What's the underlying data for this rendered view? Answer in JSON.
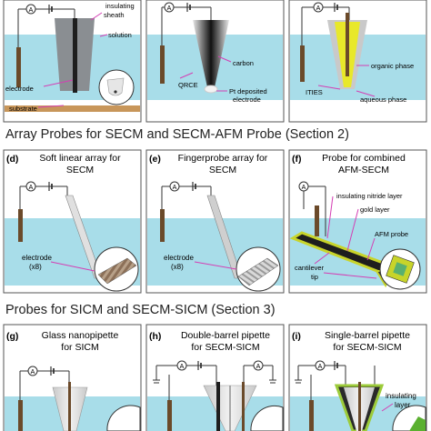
{
  "section_titles": {
    "s2": "Array Probes for SECM and SECM-AFM Probe (Section 2)",
    "s3": "Probes for SICM and SECM-SICM (Section 3)"
  },
  "panel_a": {
    "labels": [
      "insulating",
      "sheath",
      "solution",
      "electrode",
      "substrate"
    ]
  },
  "panel_b": {
    "labels": [
      "carbon",
      "QRCE",
      "Pt deposited",
      "electrode"
    ]
  },
  "panel_c": {
    "labels": [
      "organic phase",
      "ITIES",
      "aqueous phase"
    ]
  },
  "panel_d": {
    "letter": "(d)",
    "title_lines": [
      "Soft linear array for",
      "SECM"
    ],
    "labels": [
      "electrode",
      "(x8)"
    ]
  },
  "panel_e": {
    "letter": "(e)",
    "title_lines": [
      "Fingerprobe array for",
      "SECM"
    ],
    "labels": [
      "electrode",
      "(x8)"
    ]
  },
  "panel_f": {
    "letter": "(f)",
    "title_lines": [
      "Probe for combined",
      "AFM-SECM"
    ],
    "labels": [
      "insulating nitride layer",
      "gold layer",
      "AFM probe",
      "cantilever",
      "tip"
    ]
  },
  "panel_g": {
    "letter": "(g)",
    "title_lines": [
      "Glass nanopipette",
      "for SICM"
    ]
  },
  "panel_h": {
    "letter": "(h)",
    "title_lines": [
      "Double-barrel pipette",
      "for SECM-SICM"
    ]
  },
  "panel_i": {
    "letter": "(i)",
    "title_lines": [
      "Single-barrel pipette",
      "for SECM-SICM"
    ],
    "labels": [
      "insulating",
      "layer"
    ]
  },
  "instrument_symbol": "A",
  "colors": {
    "solution": "#a8dde9",
    "substrate": "#c8965a",
    "sheath": "#8a8e92",
    "electrode": "#1e1e1e",
    "carbon": "#111111",
    "organic_phase": "#e8e82a",
    "gold": "#c8d42a",
    "wire": "#6b4a2a",
    "label_line": "#d43fb4"
  }
}
